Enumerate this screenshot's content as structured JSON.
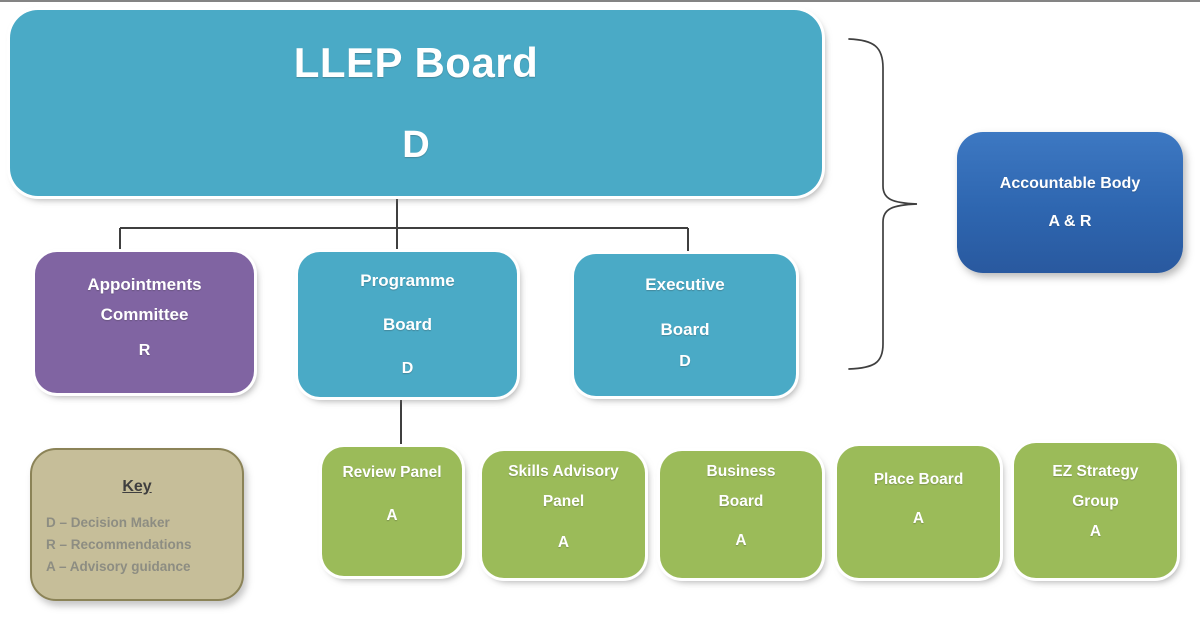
{
  "palette": {
    "teal": "#4AAAC6",
    "purple": "#8064A2",
    "green": "#9BBB59",
    "blue": "#2E66B0",
    "tan_fill": "#C6BE99",
    "tan_border": "#8B8357",
    "connector_line": "#3F3F3F",
    "box_text": "#FFFFFF",
    "key_text": "#8D8D82"
  },
  "nodes": {
    "llep_board": {
      "title": "LLEP Board",
      "role": "D"
    },
    "accountable_body": {
      "title": "Accountable Body",
      "role": "A & R"
    },
    "appointments_committee": {
      "line1": "Appointments",
      "line2": "Committee",
      "role": "R"
    },
    "programme_board": {
      "line1": "Programme",
      "line2": "Board",
      "role": "D"
    },
    "executive_board": {
      "line1": "Executive",
      "line2": "Board",
      "role": "D"
    },
    "review_panel": {
      "line1": "Review Panel",
      "role": "A"
    },
    "skills_advisory_panel": {
      "line1": "Skills Advisory",
      "line2": "Panel",
      "role": "A"
    },
    "business_board": {
      "line1": "Business",
      "line2": "Board",
      "role": "A"
    },
    "place_board": {
      "line1": "Place Board",
      "role": "A"
    },
    "ez_strategy_group": {
      "line1": "EZ Strategy",
      "line2": "Group",
      "role": "A"
    }
  },
  "key": {
    "title": "Key",
    "entries": [
      "D – Decision Maker",
      "R – Recommendations",
      "A – Advisory guidance"
    ]
  }
}
